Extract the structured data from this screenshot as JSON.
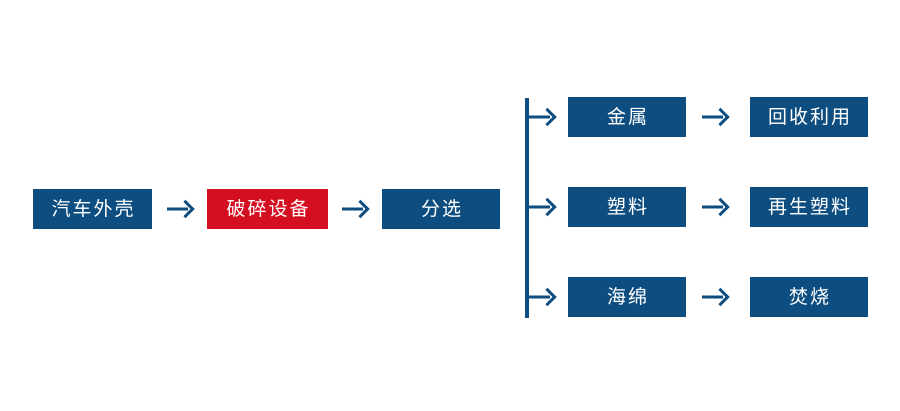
{
  "diagram": {
    "type": "process-flowchart",
    "title": "",
    "background_color": "#ffffff",
    "colors": {
      "primary_blue": "#0e4d80",
      "highlight_red": "#d50f22",
      "arrow": "#0e4d80",
      "node_text": "#ffffff"
    },
    "main_chain": [
      {
        "id": "shell",
        "label": "汽车外壳",
        "color": "blue"
      },
      {
        "id": "crusher",
        "label": "破碎设备",
        "color": "red"
      },
      {
        "id": "sorting",
        "label": "分选",
        "color": "blue"
      }
    ],
    "branches": [
      {
        "id": "metal",
        "material": {
          "label": "金属",
          "color": "blue"
        },
        "outcome": {
          "label": "回收利用",
          "color": "blue"
        }
      },
      {
        "id": "plastic",
        "material": {
          "label": "塑料",
          "color": "blue"
        },
        "outcome": {
          "label": "再生塑料",
          "color": "blue"
        }
      },
      {
        "id": "sponge",
        "material": {
          "label": "海绵",
          "color": "blue"
        },
        "outcome": {
          "label": "焚烧",
          "color": "blue"
        }
      }
    ],
    "connectors": {
      "main_arrows": [
        "arrow-right-icon",
        "arrow-right-icon"
      ],
      "split_trunk": "vertical-split-line",
      "branch_arrows": [
        "arrow-right-icon",
        "arrow-right-icon",
        "arrow-right-icon"
      ],
      "outcome_arrows": [
        "arrow-right-icon",
        "arrow-right-icon",
        "arrow-right-icon"
      ]
    }
  }
}
